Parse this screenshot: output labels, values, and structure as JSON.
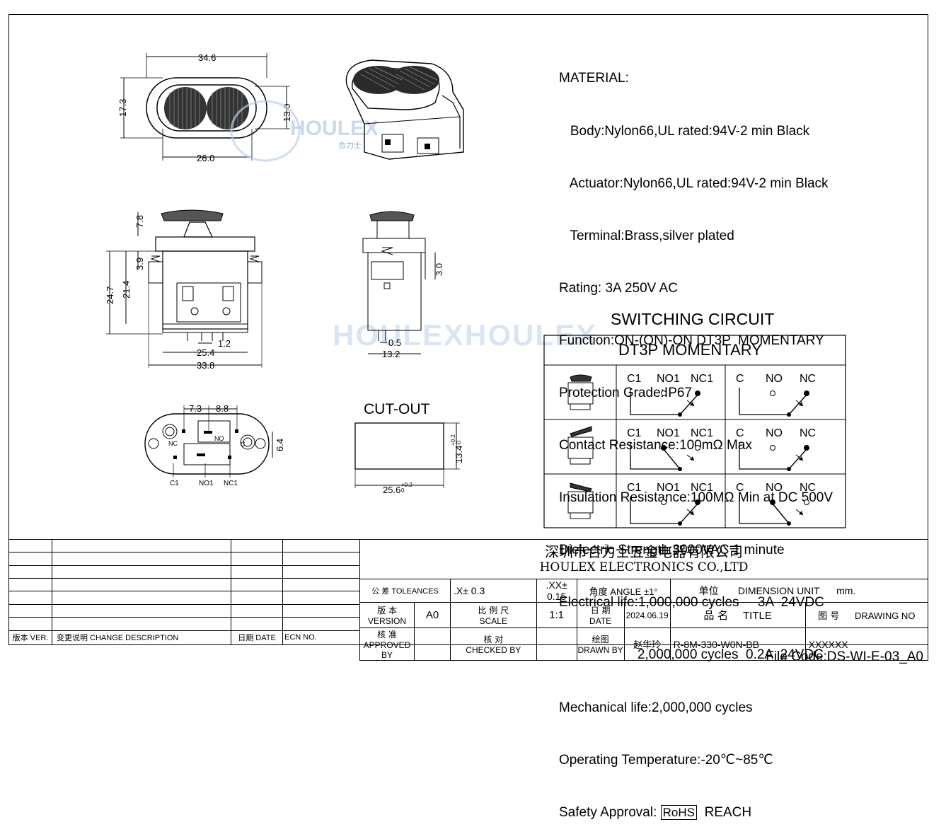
{
  "material": {
    "heading": "MATERIAL:",
    "lines": [
      "   Body:Nylon66,UL rated:94V-2 min Black",
      "   Actuator:Nylon66,UL rated:94V-2 min Black",
      "   Terminal:Brass,silver plated",
      "Rating: 3A 250V AC",
      "Function:ON-(ON)-ON DT3P  MOMENTARY",
      "Protection Grade:IP67",
      "Contact Resistance:100mΩ Max",
      "Insulation Resistance:100MΩ Min at DC 500V",
      "Dielectric Strength:3000VAC 1 minute",
      "Electrical life:1,000,000 cycles     3A  24VDC",
      "                     2,000,000 cycles  0.2A  24VDC",
      "Mechanical life:2,000,000 cycles",
      "Operating Temperature:-20℃~85℃"
    ],
    "safety_prefix": "Safety Approval: ",
    "safety_rohs": "RoHS",
    "safety_suffix": "  REACH"
  },
  "switching": {
    "title": "SWITCHING CIRCUIT",
    "subtitle": "DT3P MOMENTARY",
    "rows": [
      {
        "left": [
          "C1",
          "NO1",
          "NC1"
        ],
        "right": [
          "C",
          "NO",
          "NC"
        ]
      },
      {
        "left": [
          "C1",
          "NO1",
          "NC1"
        ],
        "right": [
          "C",
          "NO",
          "NC"
        ]
      },
      {
        "left": [
          "C1",
          "NO1",
          "NC1"
        ],
        "right": [
          "C",
          "NO",
          "NC"
        ]
      }
    ]
  },
  "dims": {
    "top_w": "34.6",
    "top_h": "17.3",
    "top_inner_h": "13.0",
    "top_inner_w": "26.0",
    "side_act": "7.8",
    "side_39": "3.9",
    "side_247": "24.7",
    "side_214": "21.4",
    "side_12": "1.2",
    "side_254": "25.4",
    "side_338": "33.8",
    "end_30": "3.0",
    "end_05": "0.5",
    "end_132": "13.2",
    "bot_73": "7.3",
    "bot_88": "8.8",
    "bot_64": "6.4",
    "bot_nc": "NC",
    "bot_no": "NO",
    "bot_c": "C",
    "bot_c1": "C1",
    "bot_no1": "NO1",
    "bot_nc1": "NC1"
  },
  "cutout": {
    "label": "CUT-OUT",
    "h": "13.4",
    "h_tol_up": "+0.2",
    "h_tol_lo": "-0",
    "w": "25.6",
    "w_tol_up": "+0.2",
    "w_tol_lo": "0"
  },
  "watermark": {
    "logo": "HOULEX",
    "logo_cn": "合力士",
    "center": "HOULEXHOULEX"
  },
  "title_block": {
    "company_cn": "深圳市合力士五金电器有限公司",
    "company_en": "HOULEX ELECTRONICS CO.,LTD",
    "tol_label": "公  差 TOLEANCES",
    "tol_x": ".X± 0.3",
    "tol_xx": ".XX± 0.15",
    "angle_label": "角度 ANGLE",
    "angle_val": "±1°",
    "unit_cn": "单位",
    "unit_label": "DIMENSION UNIT",
    "unit_val": "mm.",
    "version_cn": "版  本",
    "version_en": "VERSION",
    "version_val": "A0",
    "scale_cn": "比 例 尺",
    "scale_en": "SCALE",
    "scale_val": "1:1",
    "date_cn": "日  期",
    "date_en": "DATE",
    "date_val": "2024.06.19",
    "title_cn": "品  名",
    "title_en": "TITLE",
    "drawing_cn": "图  号",
    "drawing_en": "DRAWING NO",
    "approved_cn": "核  准",
    "approved_en": "APPROVED BY",
    "checked_cn": "核  对",
    "checked_en": "CHECKED BY",
    "drawn_cn": "绘图",
    "drawn_en": "DRAWN BY",
    "drawn_val": "赵华玲",
    "title_val": "R-8M-330-W0N-BB",
    "drawing_val": "XXXXXX",
    "rev_ver": "版本 VER.",
    "rev_desc": "变更说明  CHANGE DESCRIPTION",
    "rev_date": "日期  DATE",
    "rev_ecn": "ECN NO."
  },
  "file_code": "File Code:DS-WI-E-03_A0"
}
